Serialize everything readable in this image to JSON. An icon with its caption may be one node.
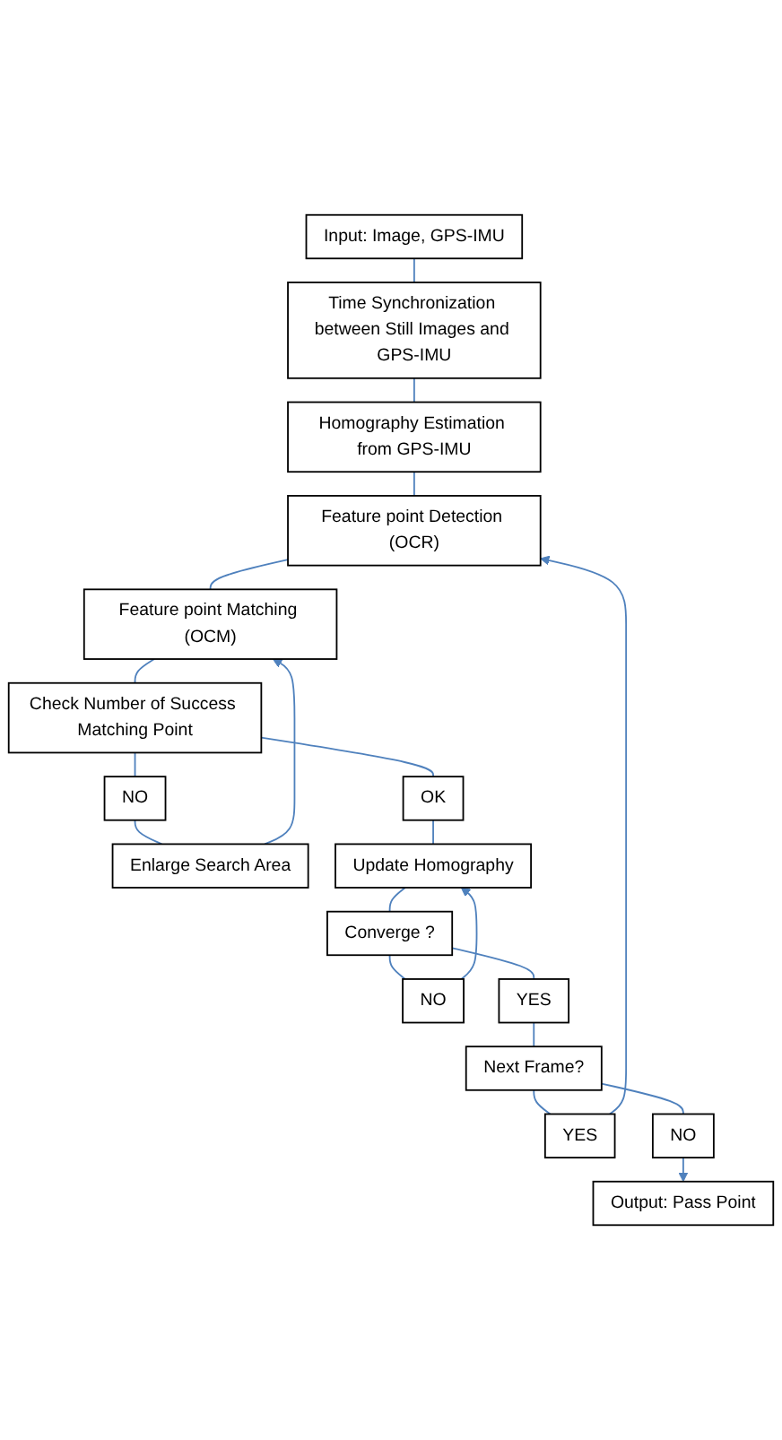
{
  "diagram": {
    "nodes": [
      {
        "text": [
          "Input: Image, GPS-IMU"
        ]
      },
      {
        "text": [
          "Time Synchronization between Still Images and GPS-IMU"
        ]
      },
      {
        "text": [
          "Homography Estimation from GPS-IMU"
        ]
      },
      {
        "text": [
          "Feature point Detection (OCR)"
        ]
      },
      {
        "text": [
          "Feature point Matching (OCM)"
        ]
      },
      {
        "text": [
          "Enlarge Search Area"
        ]
      },
      {
        "text": [
          "Check Number of Success Matching Point"
        ]
      },
      {
        "text": [
          "NO"
        ]
      },
      {
        "text": [
          "OK"
        ]
      },
      {
        "text": [
          "Update Homography"
        ]
      },
      {
        "text": [
          "NO"
        ]
      },
      {
        "text": [
          "Converge ?"
        ]
      },
      {
        "text": [
          "YES"
        ]
      },
      {
        "text": [
          "YES"
        ]
      },
      {
        "text": [
          "Next Frame?"
        ]
      },
      {
        "text": [
          "NO"
        ]
      },
      {
        "text": [
          "Output: Pass Point"
        ]
      }
    ],
    "edges": [
      {
        "from": 0,
        "to": 1,
        "arrow": "none"
      },
      {
        "from": 1,
        "to": 2,
        "arrow": "none"
      },
      {
        "from": 2,
        "to": 3,
        "arrow": "none"
      },
      {
        "from": 3,
        "to": 4,
        "arrow": "none"
      },
      {
        "from": 4,
        "to": 6,
        "arrow": "none"
      },
      {
        "from": 6,
        "to": 7,
        "arrow": "none"
      },
      {
        "from": 7,
        "to": 5,
        "arrow": "none"
      },
      {
        "from": 5,
        "to": 4,
        "arrow": "to"
      },
      {
        "from": 6,
        "to": 8,
        "arrow": "none"
      },
      {
        "from": 8,
        "to": 9,
        "arrow": "none"
      },
      {
        "from": 9,
        "to": 11,
        "arrow": "none"
      },
      {
        "from": 11,
        "to": 10,
        "arrow": "none"
      },
      {
        "from": 10,
        "to": 9,
        "arrow": "to"
      },
      {
        "from": 11,
        "to": 12,
        "arrow": "none"
      },
      {
        "from": 12,
        "to": 14,
        "arrow": "none"
      },
      {
        "from": 14,
        "to": 13,
        "arrow": "none"
      },
      {
        "from": 13,
        "to": 3,
        "arrow": "to"
      },
      {
        "from": 14,
        "to": 15,
        "arrow": "none"
      },
      {
        "from": 15,
        "to": 16,
        "arrow": "to"
      }
    ]
  }
}
